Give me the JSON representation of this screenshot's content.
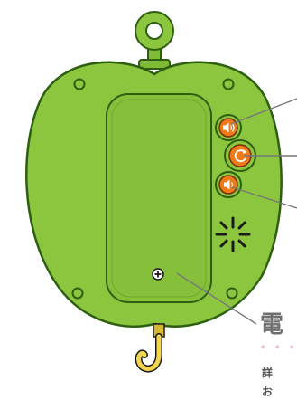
{
  "labels": {
    "heading": "電",
    "dots": "• • •",
    "line1": "詳",
    "line2": "お"
  },
  "buttons": [
    {
      "name": "volume-high-button",
      "icon": "speaker-high-icon"
    },
    {
      "name": "repeat-button",
      "icon": "repeat-icon"
    },
    {
      "name": "volume-low-button",
      "icon": "speaker-low-icon"
    }
  ],
  "colors": {
    "body": "#8cc63f",
    "outline": "#2e5e10",
    "button": "#ef7a1a",
    "hook": "#f3d64c"
  }
}
